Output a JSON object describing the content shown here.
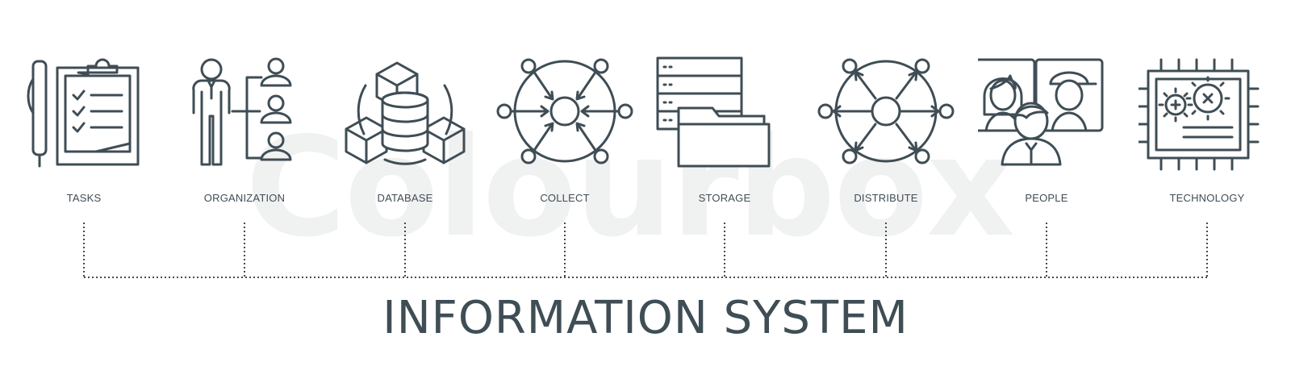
{
  "watermark": "Colourbox",
  "title": "INFORMATION SYSTEM",
  "items": [
    {
      "label": "TASKS",
      "icon": "clipboard-checklist-icon"
    },
    {
      "label": "ORGANIZATION",
      "icon": "org-chart-icon"
    },
    {
      "label": "DATABASE",
      "icon": "database-cubes-icon"
    },
    {
      "label": "COLLECT",
      "icon": "network-collect-icon"
    },
    {
      "label": "STORAGE",
      "icon": "server-folder-icon"
    },
    {
      "label": "DISTRIBUTE",
      "icon": "network-distribute-icon"
    },
    {
      "label": "PEOPLE",
      "icon": "people-group-icon"
    },
    {
      "label": "TECHNOLOGY",
      "icon": "chip-gears-icon"
    }
  ],
  "colors": {
    "stroke": "#3f4d55",
    "watermark": "#f0f1f1",
    "background": "#ffffff"
  }
}
